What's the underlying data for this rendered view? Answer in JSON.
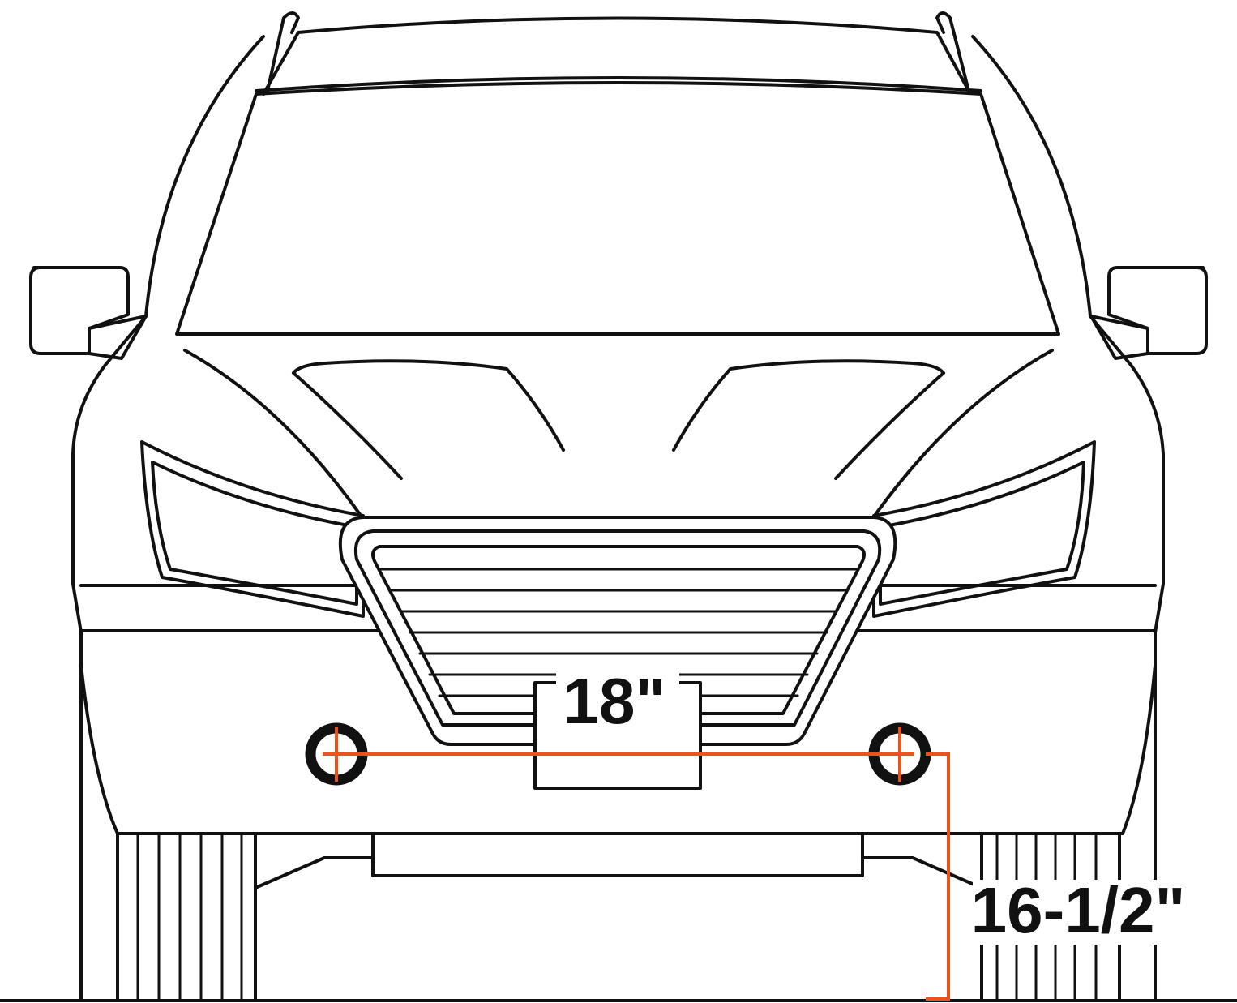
{
  "labels": {
    "width": "18\"",
    "height": "16-1/2\""
  },
  "colors": {
    "dimension_line": "#e8541c",
    "outline": "#111111",
    "background": "#ffffff"
  },
  "icons": [
    "car-front-outline",
    "mount-point-marker"
  ]
}
